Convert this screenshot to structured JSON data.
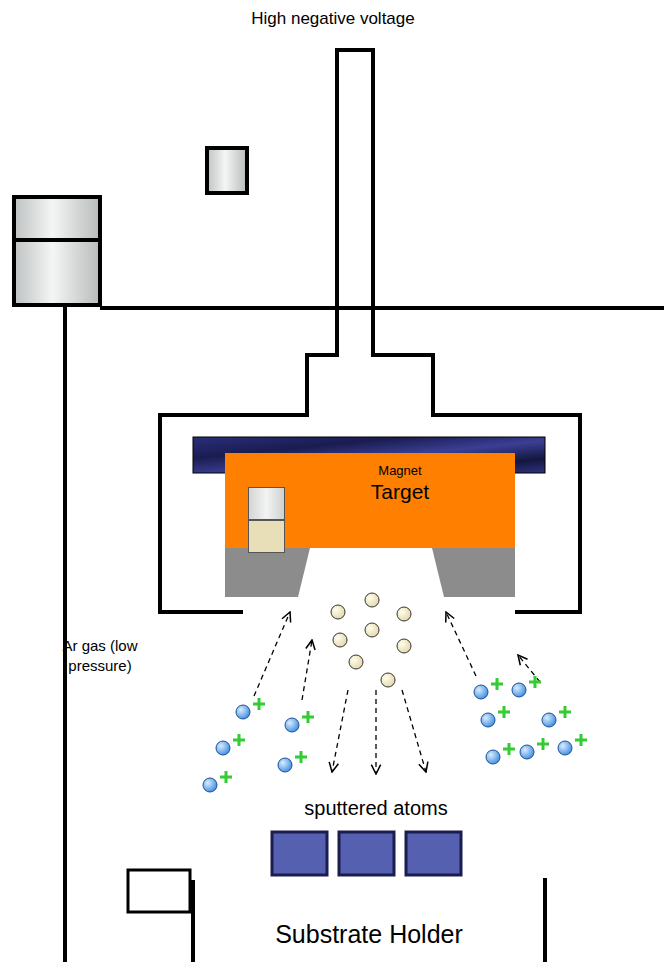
{
  "diagram": {
    "nodes": [
      {
        "text": [
          "Magnet",
          "Target"
        ]
      }
    ],
    "labels": [
      "High negative voltage",
      "Ar gas (low pressure)",
      "sputtered atoms",
      "Substrate Holder"
    ]
  }
}
